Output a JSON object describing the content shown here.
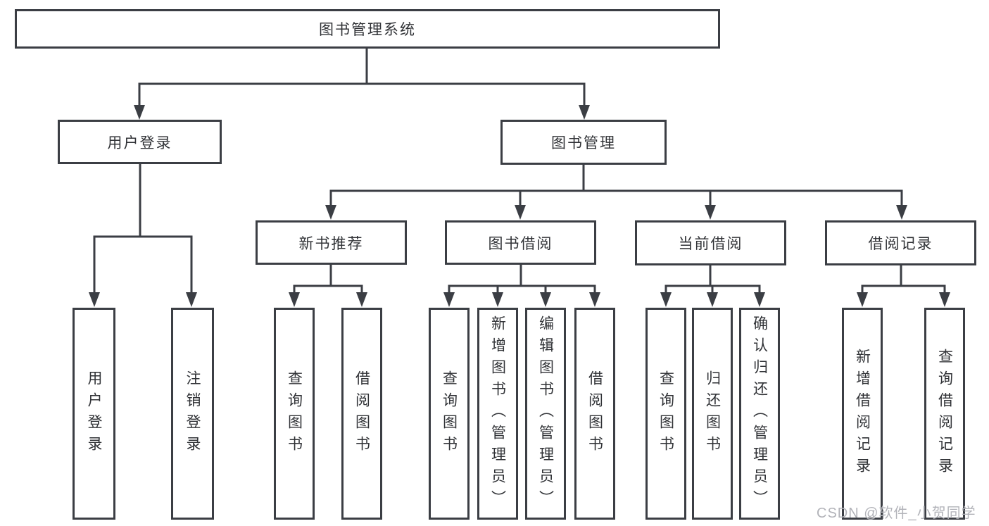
{
  "colors": {
    "line": "#3b3e44",
    "box_border": "#3b3e44",
    "text": "#303236",
    "background": "#ffffff",
    "watermark": "#b2b3b9"
  },
  "diagram": {
    "type": "hierarchy-tree",
    "root": {
      "label": "图书管理系统"
    },
    "branches": [
      {
        "label": "用户登录",
        "children": [
          {
            "label": "用户登录"
          },
          {
            "label": "注销登录"
          }
        ]
      },
      {
        "label": "图书管理",
        "children": [
          {
            "label": "新书推荐",
            "children": [
              {
                "label": "查询图书"
              },
              {
                "label": "借阅图书"
              }
            ]
          },
          {
            "label": "图书借阅",
            "children": [
              {
                "label": "查询图书"
              },
              {
                "label": "新增图书（管理员）"
              },
              {
                "label": "编辑图书（管理员）"
              },
              {
                "label": "借阅图书"
              }
            ]
          },
          {
            "label": "当前借阅",
            "children": [
              {
                "label": "查询图书"
              },
              {
                "label": "归还图书"
              },
              {
                "label": "确认归还（管理员）"
              }
            ]
          },
          {
            "label": "借阅记录",
            "children": [
              {
                "label": "新增借阅记录"
              },
              {
                "label": "查询借阅记录"
              }
            ]
          }
        ]
      }
    ]
  },
  "watermark": {
    "text": "CSDN @软件_小贺同学"
  }
}
